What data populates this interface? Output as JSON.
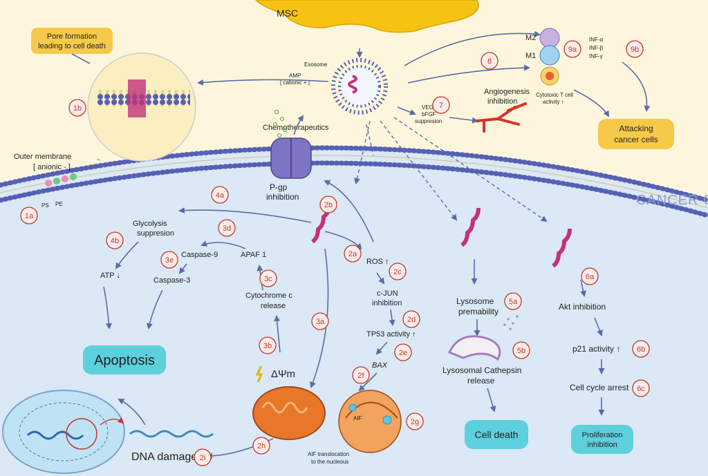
{
  "title_msc": "MSC",
  "title_cancer": "CANCER CELL",
  "boxes": {
    "pore": "Pore formation leading to cell death",
    "attacking": "Attacking cancer cells",
    "apoptosis": "Apoptosis",
    "cell_death": "Cell death",
    "proliferation": "Proliferation inhibition"
  },
  "labels": {
    "exosome": "Exosome",
    "amp": "AMP",
    "cationic": "[ cationic + ]",
    "outer_membrane": "Outer membrane",
    "anionic": "[ anionic - ]",
    "ps": "PS",
    "pe": "PE",
    "chemo": "Chemotherapeutics",
    "pgp": "P-gp",
    "pgp2": "inhibition",
    "m2": "M2",
    "m1": "M1",
    "inf_a": "INF-α",
    "inf_b": "INF-β",
    "inf_g": "INF-γ",
    "cyto_t1": "Cytotoxic T cell",
    "cyto_t2": "activity ↑",
    "vegf": "VEGF",
    "bfgf": "bFGF",
    "suppr": "suppresion",
    "angio1": "Angiogenesis",
    "angio2": "inhibition",
    "glyco1": "Glycolysis",
    "glyco2": "suppresion",
    "atp": "ATP ↓",
    "casp9": "Caspase-9",
    "casp3": "Caspase-3",
    "apaf": "APAF 1",
    "cytc1": "Cytochrome c",
    "cytc2": "release",
    "dpsi": "ΔΨm",
    "ros": "ROS ↑",
    "cjun1": "c-JUN",
    "cjun2": "inhibition",
    "tp53": "TP53 activity ↑",
    "bax": "BAX",
    "aif": "AIF",
    "aif_tr1": "AIF translocation",
    "aif_tr2": "to the nucleous",
    "dna": "DNA damage",
    "lyso1": "Lysosome",
    "lyso2": "premability",
    "cath1": "Lysosomal Cathepsin",
    "cath2": "release",
    "akt": "Akt inhibition",
    "p21": "p21 activity ↑",
    "arrest": "Cell cycle arrest"
  },
  "steps": {
    "s1a": "1a",
    "s1b": "1b",
    "s2a": "2a",
    "s2b": "2b",
    "s2c": "2c",
    "s2d": "2d",
    "s2e": "2e",
    "s2f": "2f",
    "s2g": "2g",
    "s2h": "2h",
    "s2i": "2i",
    "s3a": "3a",
    "s3b": "3b",
    "s3c": "3c",
    "s3d": "3d",
    "s3e": "3e",
    "s4a": "4a",
    "s4b": "4b",
    "s5a": "5a",
    "s5b": "5b",
    "s6a": "6a",
    "s6b": "6b",
    "s6c": "6c",
    "s7": "7",
    "s8": "8",
    "s9a": "9a",
    "s9b": "9b"
  },
  "colors": {
    "background": "#fdf6dc",
    "cancer_cell": "#dbe8f5",
    "msc": "#f6c313",
    "box_yellow": "#f6c94a",
    "box_cyan": "#5cd0dc",
    "mito": "#e8772a",
    "peptide": "#c2327a",
    "step_red": "#c0392b",
    "arrow": "#5a6aa8"
  }
}
